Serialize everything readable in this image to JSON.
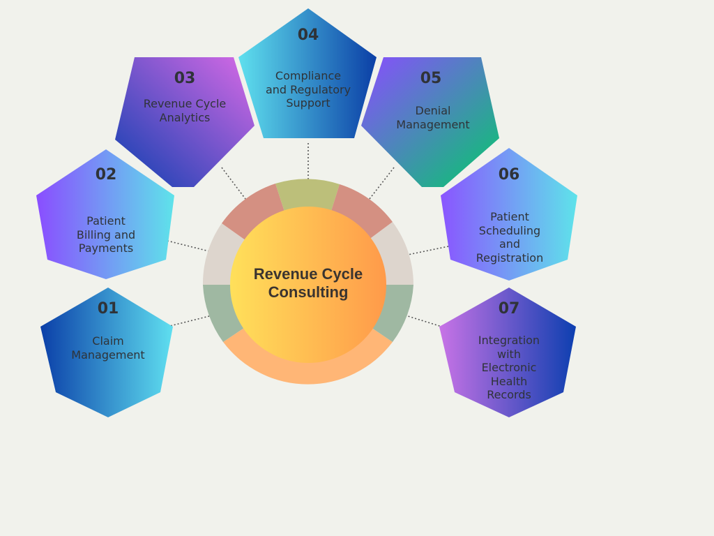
{
  "center": {
    "title": "Revenue Cycle Consulting"
  },
  "nodes": [
    {
      "number": "01",
      "label": "Claim Management"
    },
    {
      "number": "02",
      "label": "Patient Billing and Payments"
    },
    {
      "number": "03",
      "label": "Revenue Cycle Analytics"
    },
    {
      "number": "04",
      "label": "Compliance and Regulatory Support"
    },
    {
      "number": "05",
      "label": "Denial Management"
    },
    {
      "number": "06",
      "label": "Patient Scheduling and Registration"
    },
    {
      "number": "07",
      "label": "Integration with Electronic Health Records"
    }
  ],
  "colors": {
    "background": "#f1f2ec",
    "text": "#2f3338",
    "center_gradient": [
      "#ffe05a",
      "#ff9a4a"
    ],
    "ring_segments": [
      "#9fb8a2",
      "#ddd5cd",
      "#d49082",
      "#bcbf7a",
      "#ffb676"
    ]
  }
}
